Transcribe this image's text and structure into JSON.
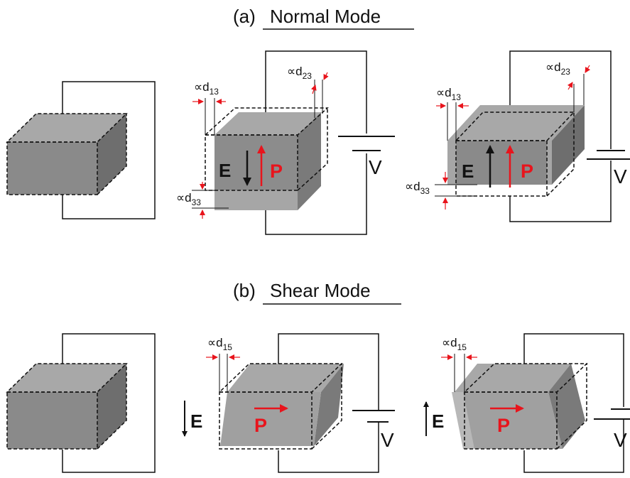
{
  "panels": {
    "a": {
      "prefix": "(a)",
      "title": "Normal Mode"
    },
    "b": {
      "prefix": "(b)",
      "title": "Shear Mode"
    }
  },
  "labels": {
    "E": "E",
    "P": "P",
    "V": "V",
    "prop": "∝d",
    "d13": "13",
    "d23": "23",
    "d33": "33",
    "d15": "15"
  },
  "colors": {
    "block_front": "#8a8a8a",
    "block_top": "#a8a8a8",
    "block_side": "#6e6e6e",
    "deformed": "#a6a6a6",
    "polarization": "#e8141c",
    "wire": "#111111"
  }
}
